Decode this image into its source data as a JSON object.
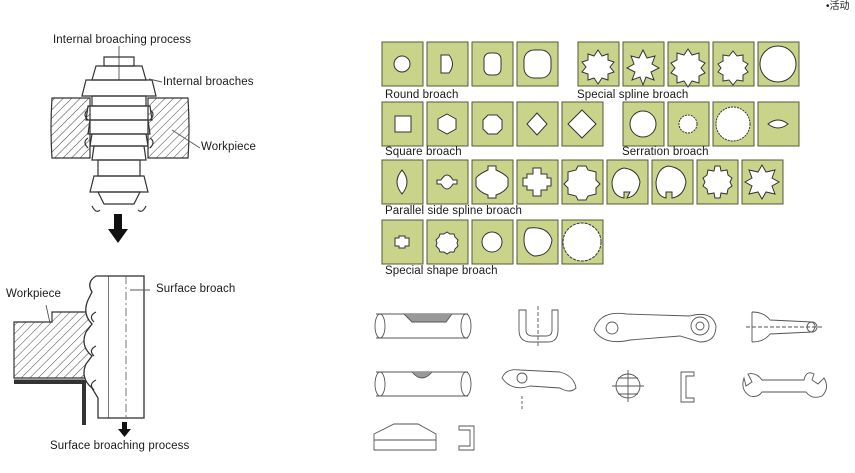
{
  "corner_text": "•活动",
  "left": {
    "internal_process_title": "Internal broaching process",
    "internal_broaches_label": "Internal broaches",
    "workpiece_label_top": "Workpiece",
    "workpiece_label_bottom": "Workpiece",
    "surface_broach_label": "Surface broach",
    "surface_process_title": "Surface broaching process"
  },
  "broach_groups": [
    {
      "caption": "Round broach",
      "shapes": [
        "circle-small",
        "d-shape",
        "rounded-rect",
        "rounded-square-large"
      ]
    },
    {
      "caption": "Special spline broach",
      "shapes": [
        "spline-star-12",
        "spline-star-8",
        "spline-star-10",
        "spline-star-10b",
        "spline-circle-fine"
      ]
    },
    {
      "caption": "Square broach",
      "shapes": [
        "square",
        "hexagon",
        "octagon",
        "diamond",
        "diamond-large"
      ]
    },
    {
      "caption": "Serration broach",
      "shapes": [
        "serration-circle",
        "serration-small",
        "serration-large",
        "serration-lens"
      ]
    },
    {
      "caption": "Parallel side spline broach",
      "shapes": [
        "lens-vertical",
        "circle-2-key",
        "spline-4-key",
        "spline-4-cross",
        "spline-6-key",
        "spline-1-key",
        "spline-1-key-b",
        "spline-8-key",
        "spline-6-star"
      ]
    },
    {
      "caption": "Special shape broach",
      "shapes": [
        "special-cross",
        "special-gear",
        "special-circle",
        "special-blob",
        "special-rough-circle"
      ]
    }
  ],
  "parts": [
    "shaft-with-groove",
    "fork-part",
    "connecting-rod",
    "yoke-part",
    "shaft-with-notch",
    "rocker-arm",
    "disc-with-crosshair",
    "bracket-part",
    "wrench",
    "plate-part",
    "small-bracket"
  ],
  "colors": {
    "tile": "#c9d48a",
    "tile_border": "#55583a",
    "hatch": "#333333"
  }
}
